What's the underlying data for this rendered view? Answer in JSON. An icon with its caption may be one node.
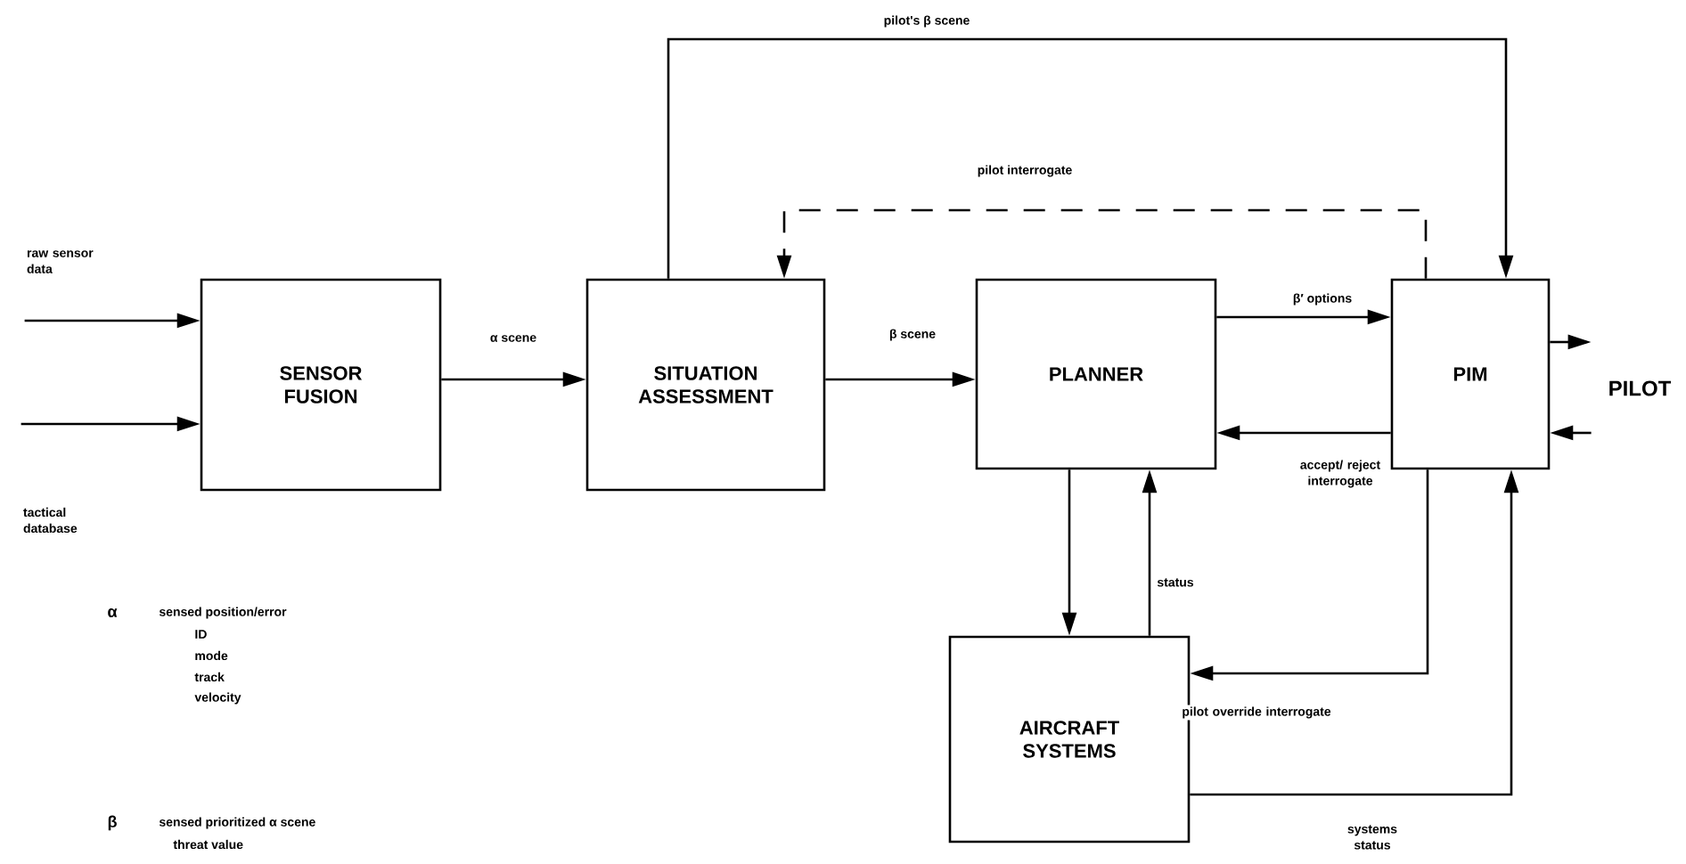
{
  "diagram": {
    "nodes": [
      {
        "text": [
          "raw sensor data"
        ]
      },
      {
        "text": [
          "tactical database"
        ]
      },
      {
        "text": [
          "SENSOR FUSION"
        ]
      },
      {
        "text": [
          "SITUATION ASSESSMENT"
        ]
      },
      {
        "text": [
          "PLANNER"
        ]
      },
      {
        "text": [
          "PIM"
        ]
      },
      {
        "text": [
          "AIRCRAFT SYSTEMS"
        ]
      },
      {
        "text": [
          "PILOT"
        ]
      }
    ],
    "edges": [
      {
        "from": 0,
        "to": 2,
        "arrow": "to"
      },
      {
        "from": 1,
        "to": 2,
        "arrow": "to"
      },
      {
        "from": 2,
        "to": 3,
        "arrow": "to",
        "label": "α scene"
      },
      {
        "from": 3,
        "to": 4,
        "arrow": "to",
        "label": "β scene"
      },
      {
        "from": 3,
        "to": 5,
        "arrow": "to",
        "label": "pilot's β scene"
      },
      {
        "from": 5,
        "to": 3,
        "arrow": "to",
        "label": "pilot interrogate",
        "style": "dashed"
      },
      {
        "from": 4,
        "to": 5,
        "arrow": "to",
        "label": "β′ options"
      },
      {
        "from": 5,
        "to": 4,
        "arrow": "to",
        "label": "accept/ reject interrogate"
      },
      {
        "from": 4,
        "to": 6,
        "arrow": "to"
      },
      {
        "from": 6,
        "to": 4,
        "arrow": "to",
        "label": "status"
      },
      {
        "from": 5,
        "to": 6,
        "arrow": "to",
        "label": "pilot override interrogate"
      },
      {
        "from": 6,
        "to": 5,
        "arrow": "to",
        "label": "systems status"
      },
      {
        "from": 5,
        "to": 7,
        "arrow": "to"
      },
      {
        "from": 7,
        "to": 5,
        "arrow": "to"
      }
    ],
    "labels": [
      "α",
      "sensed position/error",
      "ID",
      "mode",
      "track",
      "velocity",
      "β",
      "sensed prioritized α scene",
      "threat value"
    ]
  }
}
